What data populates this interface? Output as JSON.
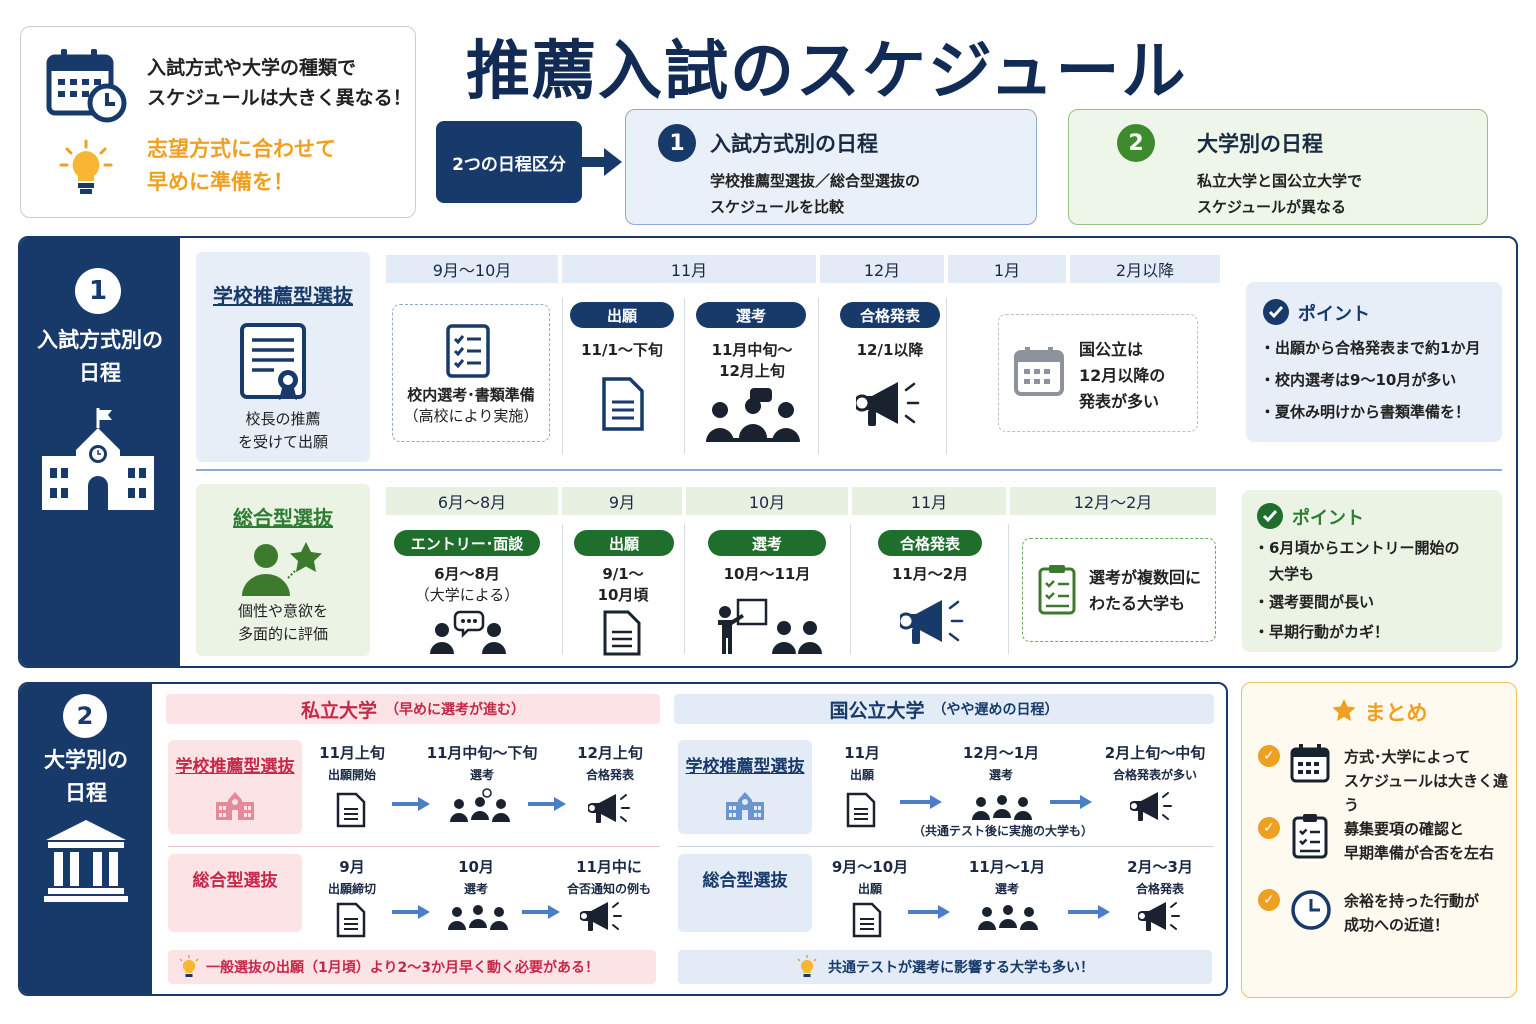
{
  "title": "推薦入試のスケジュール",
  "intro": {
    "line1": "入試方式や大学の種類で",
    "line2": "スケジュールは大きく異なる！",
    "tip1": "志望方式に合わせて",
    "tip2": "早めに準備を！"
  },
  "two_schedules": "2つの日程区分",
  "card1": {
    "num": "1",
    "title": "入試方式別の日程",
    "d1": "学校推薦型選抜／総合型選抜の",
    "d2": "スケジュールを比較"
  },
  "card2": {
    "num": "2",
    "title": "大学別の日程",
    "d1": "私立大学と国公立大学で",
    "d2": "スケジュールが異なる"
  },
  "colors": {
    "navy": "#173a6b",
    "green": "#1f6e2c",
    "red": "#c62848",
    "orange": "#f0a020"
  },
  "section1": {
    "num": "1",
    "label1": "入試方式別の",
    "label2": "日程",
    "school": {
      "title": "学校推薦型選抜",
      "desc1": "校長の推薦",
      "desc2": "を受けて出願",
      "months": [
        "9月〜10月",
        "11月",
        "12月",
        "1月",
        "2月以降"
      ],
      "prep1": "校内選考･書類準備",
      "prep2": "（高校により実施）",
      "steps": [
        {
          "label": "出願",
          "d1": "11/1〜下旬",
          "d2": ""
        },
        {
          "label": "選考",
          "d1": "11月中旬〜",
          "d2": "12月上旬"
        },
        {
          "label": "合格発表",
          "d1": "12/1以降",
          "d2": ""
        }
      ],
      "national1": "国公立は",
      "national2": "12月以降の",
      "national3": "発表が多い",
      "point_title": "ポイント",
      "points": [
        "・出願から合格発表まで約1か月",
        "・校内選考は9〜10月が多い",
        "・夏休み明けから書類準備を！"
      ]
    },
    "general": {
      "title": "総合型選抜",
      "desc1": "個性や意欲を",
      "desc2": "多面的に評価",
      "months": [
        "6月〜8月",
        "9月",
        "10月",
        "11月",
        "12月〜2月"
      ],
      "steps": [
        {
          "label": "エントリー･面談",
          "d1": "6月〜8月",
          "d2": "（大学による）"
        },
        {
          "label": "出願",
          "d1": "9/1〜",
          "d2": "10月頃"
        },
        {
          "label": "選考",
          "d1": "10月〜11月",
          "d2": ""
        },
        {
          "label": "合格発表",
          "d1": "11月〜2月",
          "d2": ""
        }
      ],
      "multi1": "選考が複数回に",
      "multi2": "わたる大学も",
      "point_title": "ポイント",
      "points": [
        "・6月頃からエントリー開始の",
        "　大学も",
        "・選考要間が長い",
        "・早期行動がカギ！"
      ]
    }
  },
  "section2": {
    "num": "2",
    "label1": "大学別の",
    "label2": "日程",
    "private": {
      "title": "私立大学",
      "sub": "（早めに選考が進む）",
      "school_label": "学校推薦型選抜",
      "general_label": "総合型選抜",
      "school_steps": [
        {
          "top": "11月上旬",
          "sub": "出願開始"
        },
        {
          "top": "11月中旬〜下旬",
          "sub": "選考"
        },
        {
          "top": "12月上旬",
          "sub": "合格発表"
        }
      ],
      "general_steps": [
        {
          "top": "9月",
          "sub": "出願締切"
        },
        {
          "top": "10月",
          "sub": "選考"
        },
        {
          "top": "11月中に",
          "sub": "合否通知の例も"
        }
      ],
      "note": "一般選抜の出願（1月頃）より2〜3か月早く動く必要がある！"
    },
    "national": {
      "title": "国公立大学",
      "sub": "（やや遅めの日程）",
      "school_label": "学校推薦型選抜",
      "general_label": "総合型選抜",
      "school_steps": [
        {
          "top": "11月",
          "sub": "出願"
        },
        {
          "top": "12月〜1月",
          "sub": "選考"
        },
        {
          "top": "2月上旬〜中旬",
          "sub": "合格発表が多い"
        }
      ],
      "school_extra": "（共通テスト後に実施の大学も）",
      "general_steps": [
        {
          "top": "9月〜10月",
          "sub": "出願"
        },
        {
          "top": "11月〜1月",
          "sub": "選考"
        },
        {
          "top": "2月〜3月",
          "sub": "合格発表"
        }
      ],
      "note": "共通テストが選考に影響する大学も多い！"
    }
  },
  "summary": {
    "title": "まとめ",
    "items": [
      {
        "l1": "方式･大学によって",
        "l2": "スケジュールは大きく違う"
      },
      {
        "l1": "募集要項の確認と",
        "l2": "早期準備が合否を左右"
      },
      {
        "l1": "余裕を持った行動が",
        "l2": "成功への近道！"
      }
    ]
  }
}
